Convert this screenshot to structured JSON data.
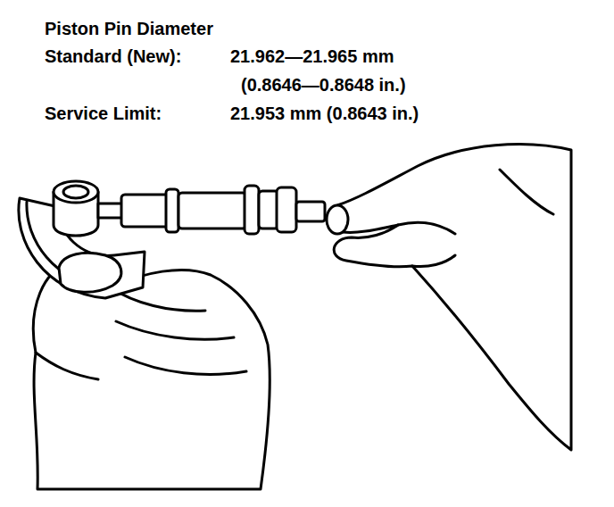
{
  "diagram": {
    "title": "Piston Pin Diameter",
    "labels": [
      "Standard (New):",
      "21.962—21.965 mm",
      "(0.8646—0.8648 in.)",
      "Service Limit:",
      "21.953 mm (0.8643 in.)"
    ]
  }
}
